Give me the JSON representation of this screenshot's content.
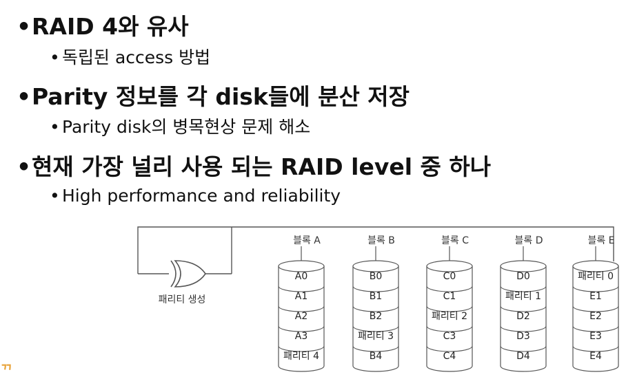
{
  "bullets": [
    {
      "level": 1,
      "text": "RAID 4와 유사"
    },
    {
      "level": 2,
      "text": "독립된 access 방법"
    },
    {
      "level": 1,
      "text": "Parity 정보를 각 disk들에 분산 저장"
    },
    {
      "level": 2,
      "text": "Parity disk의 병목현상 문제 해소"
    },
    {
      "level": 1,
      "text": "현재 가장 널리 사용 되는 RAID level 중 하나"
    },
    {
      "level": 2,
      "text": "High performance and reliability"
    }
  ],
  "diagram": {
    "xor_label": "패리티 생성",
    "disks": [
      {
        "label": "블록 A",
        "blocks": [
          "A0",
          "A1",
          "A2",
          "A3",
          "패리티 4"
        ]
      },
      {
        "label": "블록 B",
        "blocks": [
          "B0",
          "B1",
          "B2",
          "패리티 3",
          "B4"
        ]
      },
      {
        "label": "블록 C",
        "blocks": [
          "C0",
          "C1",
          "패리티 2",
          "C3",
          "C4"
        ]
      },
      {
        "label": "블록 D",
        "blocks": [
          "D0",
          "패리티 1",
          "D2",
          "D3",
          "D4"
        ]
      },
      {
        "label": "블록 E",
        "blocks": [
          "패리티 0",
          "E1",
          "E2",
          "E3",
          "E4"
        ]
      }
    ]
  }
}
